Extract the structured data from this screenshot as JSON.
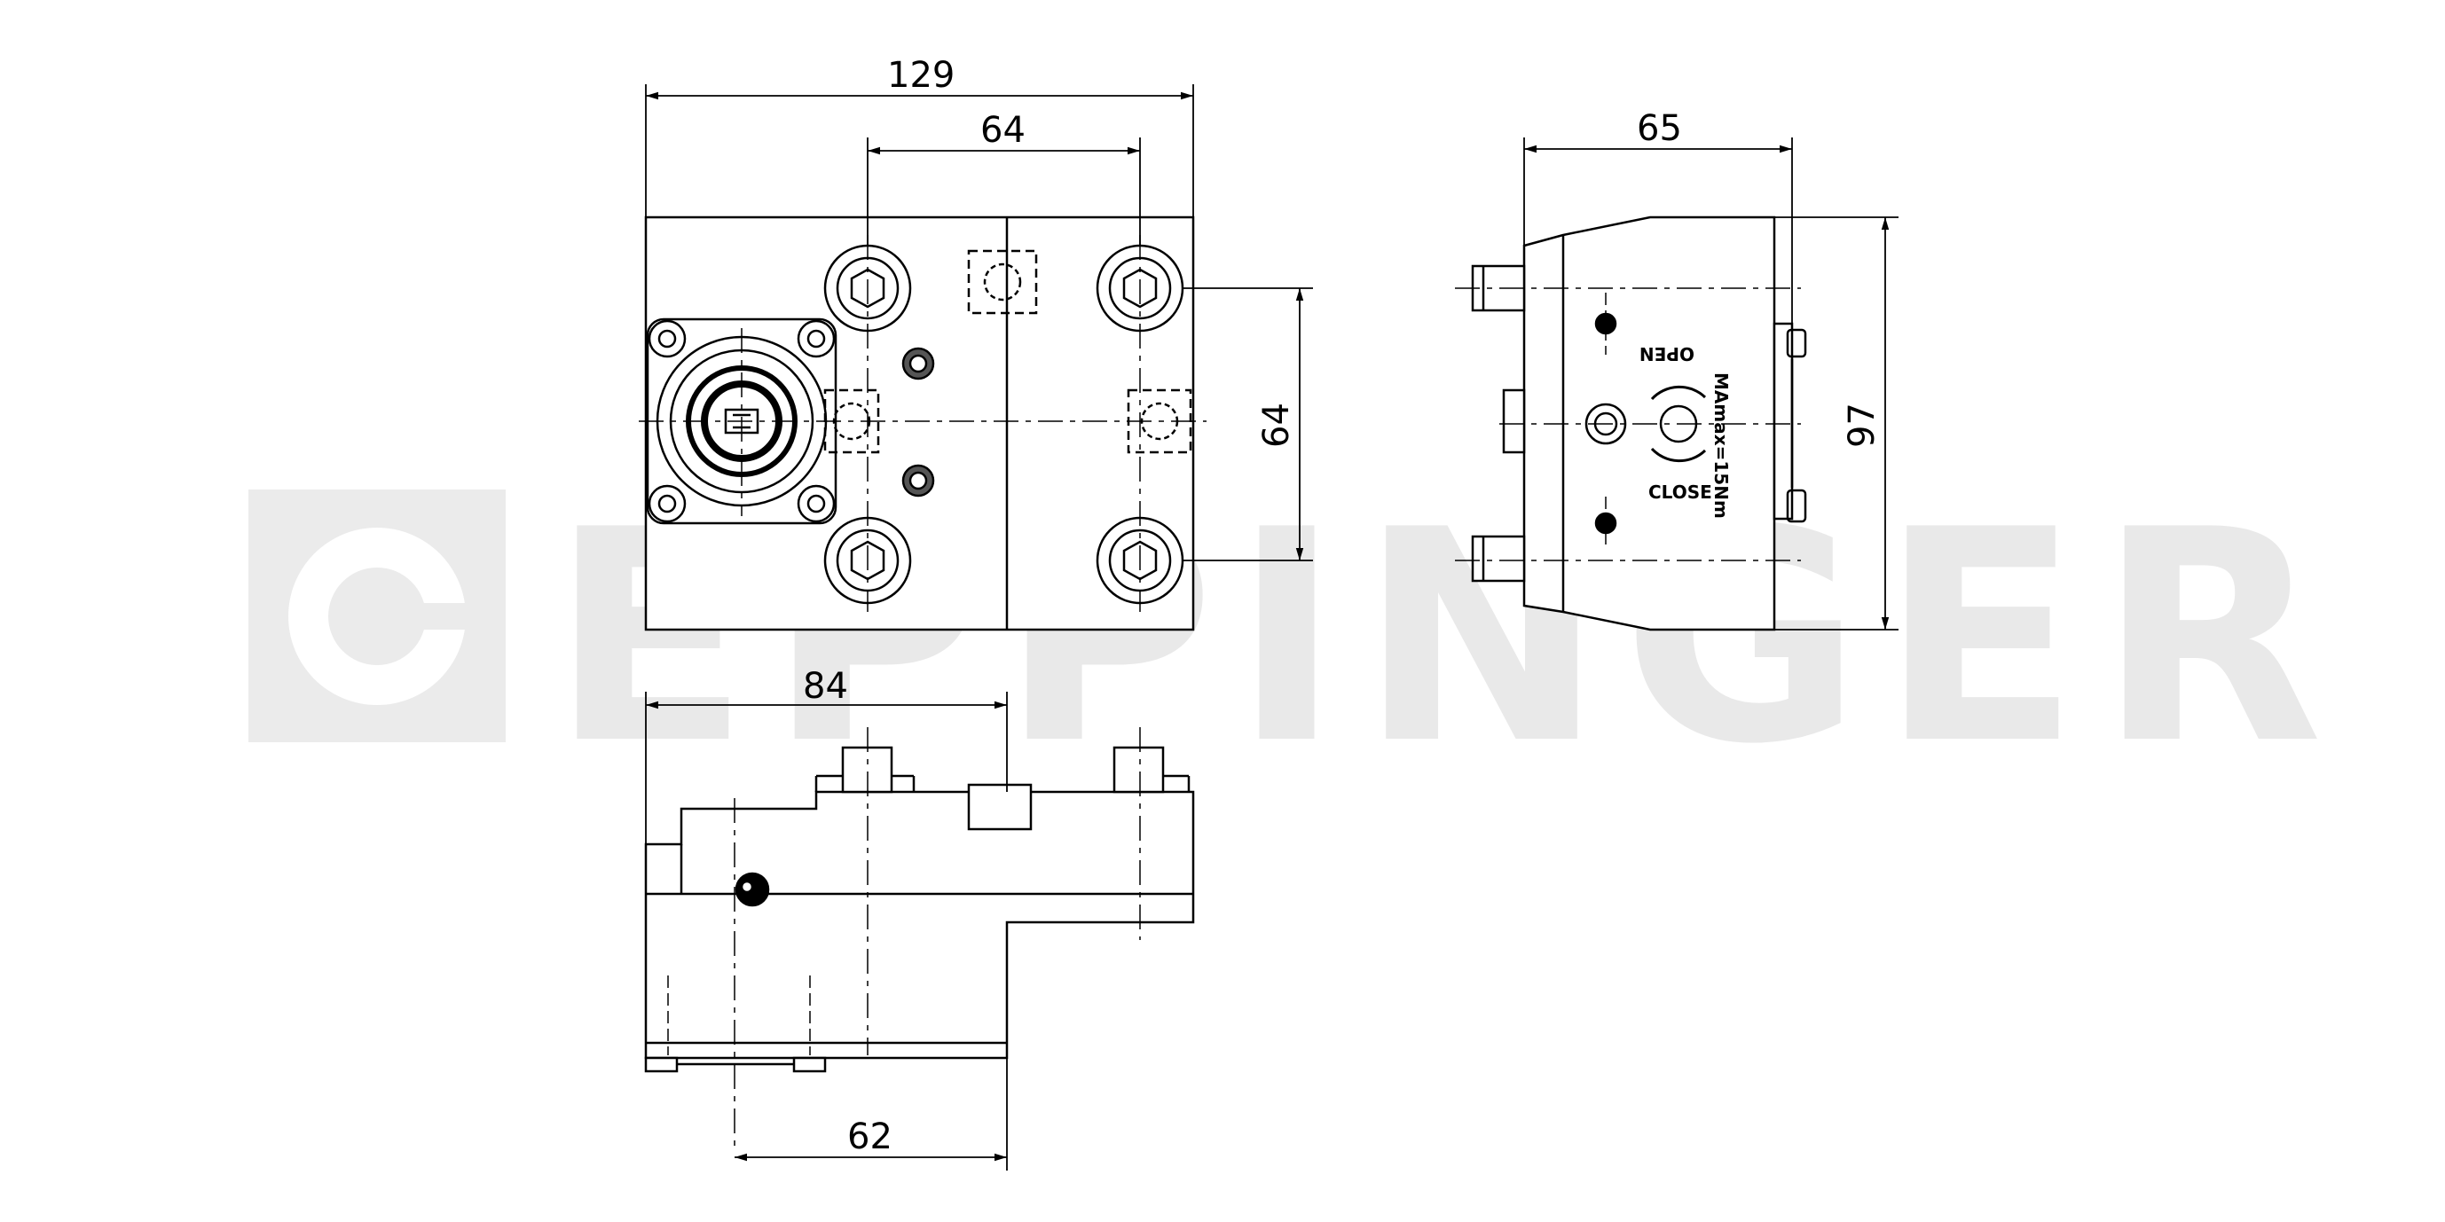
{
  "watermark": {
    "text": "EPPINGER",
    "color": "#e6e6e6"
  },
  "dimensions": {
    "front_total_width": "129",
    "front_bolt_spacing": "64",
    "front_bolt_vertical": "64",
    "side_width": "65",
    "side_height": "97",
    "bottom_upper_length": "84",
    "bottom_lower_length": "62"
  },
  "side_labels": {
    "open": "OPEN",
    "close": "CLOSE",
    "torque": "MAmax=15Nm"
  },
  "colors": {
    "line": "#000000",
    "background": "#ffffff"
  }
}
